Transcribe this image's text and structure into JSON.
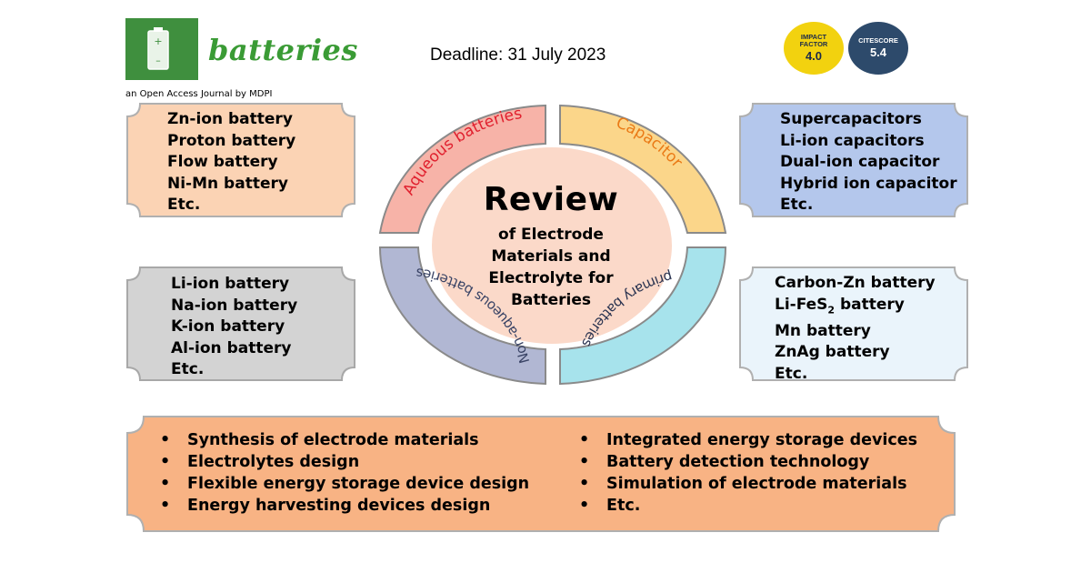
{
  "header": {
    "journal_name": "batteries",
    "journal_subtitle": "an Open Access Journal by MDPI",
    "deadline": "Deadline: 31 July 2023",
    "impact_factor": {
      "label_line1": "IMPACT",
      "label_line2": "FACTOR",
      "value": "4.0"
    },
    "citescore": {
      "label": "CITESCORE",
      "value": "5.4"
    }
  },
  "boxes": {
    "top_left": {
      "items": [
        "Zn-ion battery",
        "Proton battery",
        "Flow battery",
        "Ni-Mn battery",
        "Etc."
      ],
      "color": "#fbd3b4"
    },
    "top_right": {
      "items": [
        "Supercapacitors",
        "Li-ion capacitors",
        "Dual-ion capacitor",
        "Hybrid ion capacitor",
        "Etc."
      ],
      "color": "#b4c7ec"
    },
    "bottom_left": {
      "items": [
        "Li-ion battery",
        "Na-ion battery",
        "K-ion battery",
        "Al-ion battery",
        "Etc."
      ],
      "color": "#d3d3d3"
    },
    "bottom_right": {
      "items": [
        "Carbon-Zn battery",
        "Li-FeS",
        "2",
        " battery",
        "Mn battery",
        "ZnAg battery",
        "Etc."
      ],
      "color": "#eaf4fb"
    }
  },
  "center": {
    "title": "Review",
    "subtitle_lines": [
      "of Electrode",
      "Materials and",
      "Electrolyte for",
      "Batteries"
    ],
    "ring_labels": {
      "aqueous": "Aqueous batteries",
      "capacitor": "Capacitor",
      "non_aqueous": "Non-aqueous batteries",
      "primary": "primary batteries"
    },
    "ring_colors": {
      "aqueous": "#f7b3a8",
      "capacitor": "#fbd68a",
      "non_aqueous": "#b1b7d3",
      "primary": "#a7e3ec",
      "core": "#fbd9c9"
    },
    "ring_text_colors": {
      "aqueous": "#e0202e",
      "capacitor": "#ea7a16",
      "non_aqueous": "#3a4466",
      "primary": "#2a3350"
    }
  },
  "topics": {
    "bullet": "•",
    "left": [
      "Synthesis of electrode materials",
      "Electrolytes design",
      "Flexible energy storage device design",
      "Energy harvesting devices design"
    ],
    "right": [
      "Integrated energy storage devices",
      "Battery detection technology",
      "Simulation of electrode materials",
      "Etc."
    ],
    "color": "#f8b384"
  }
}
